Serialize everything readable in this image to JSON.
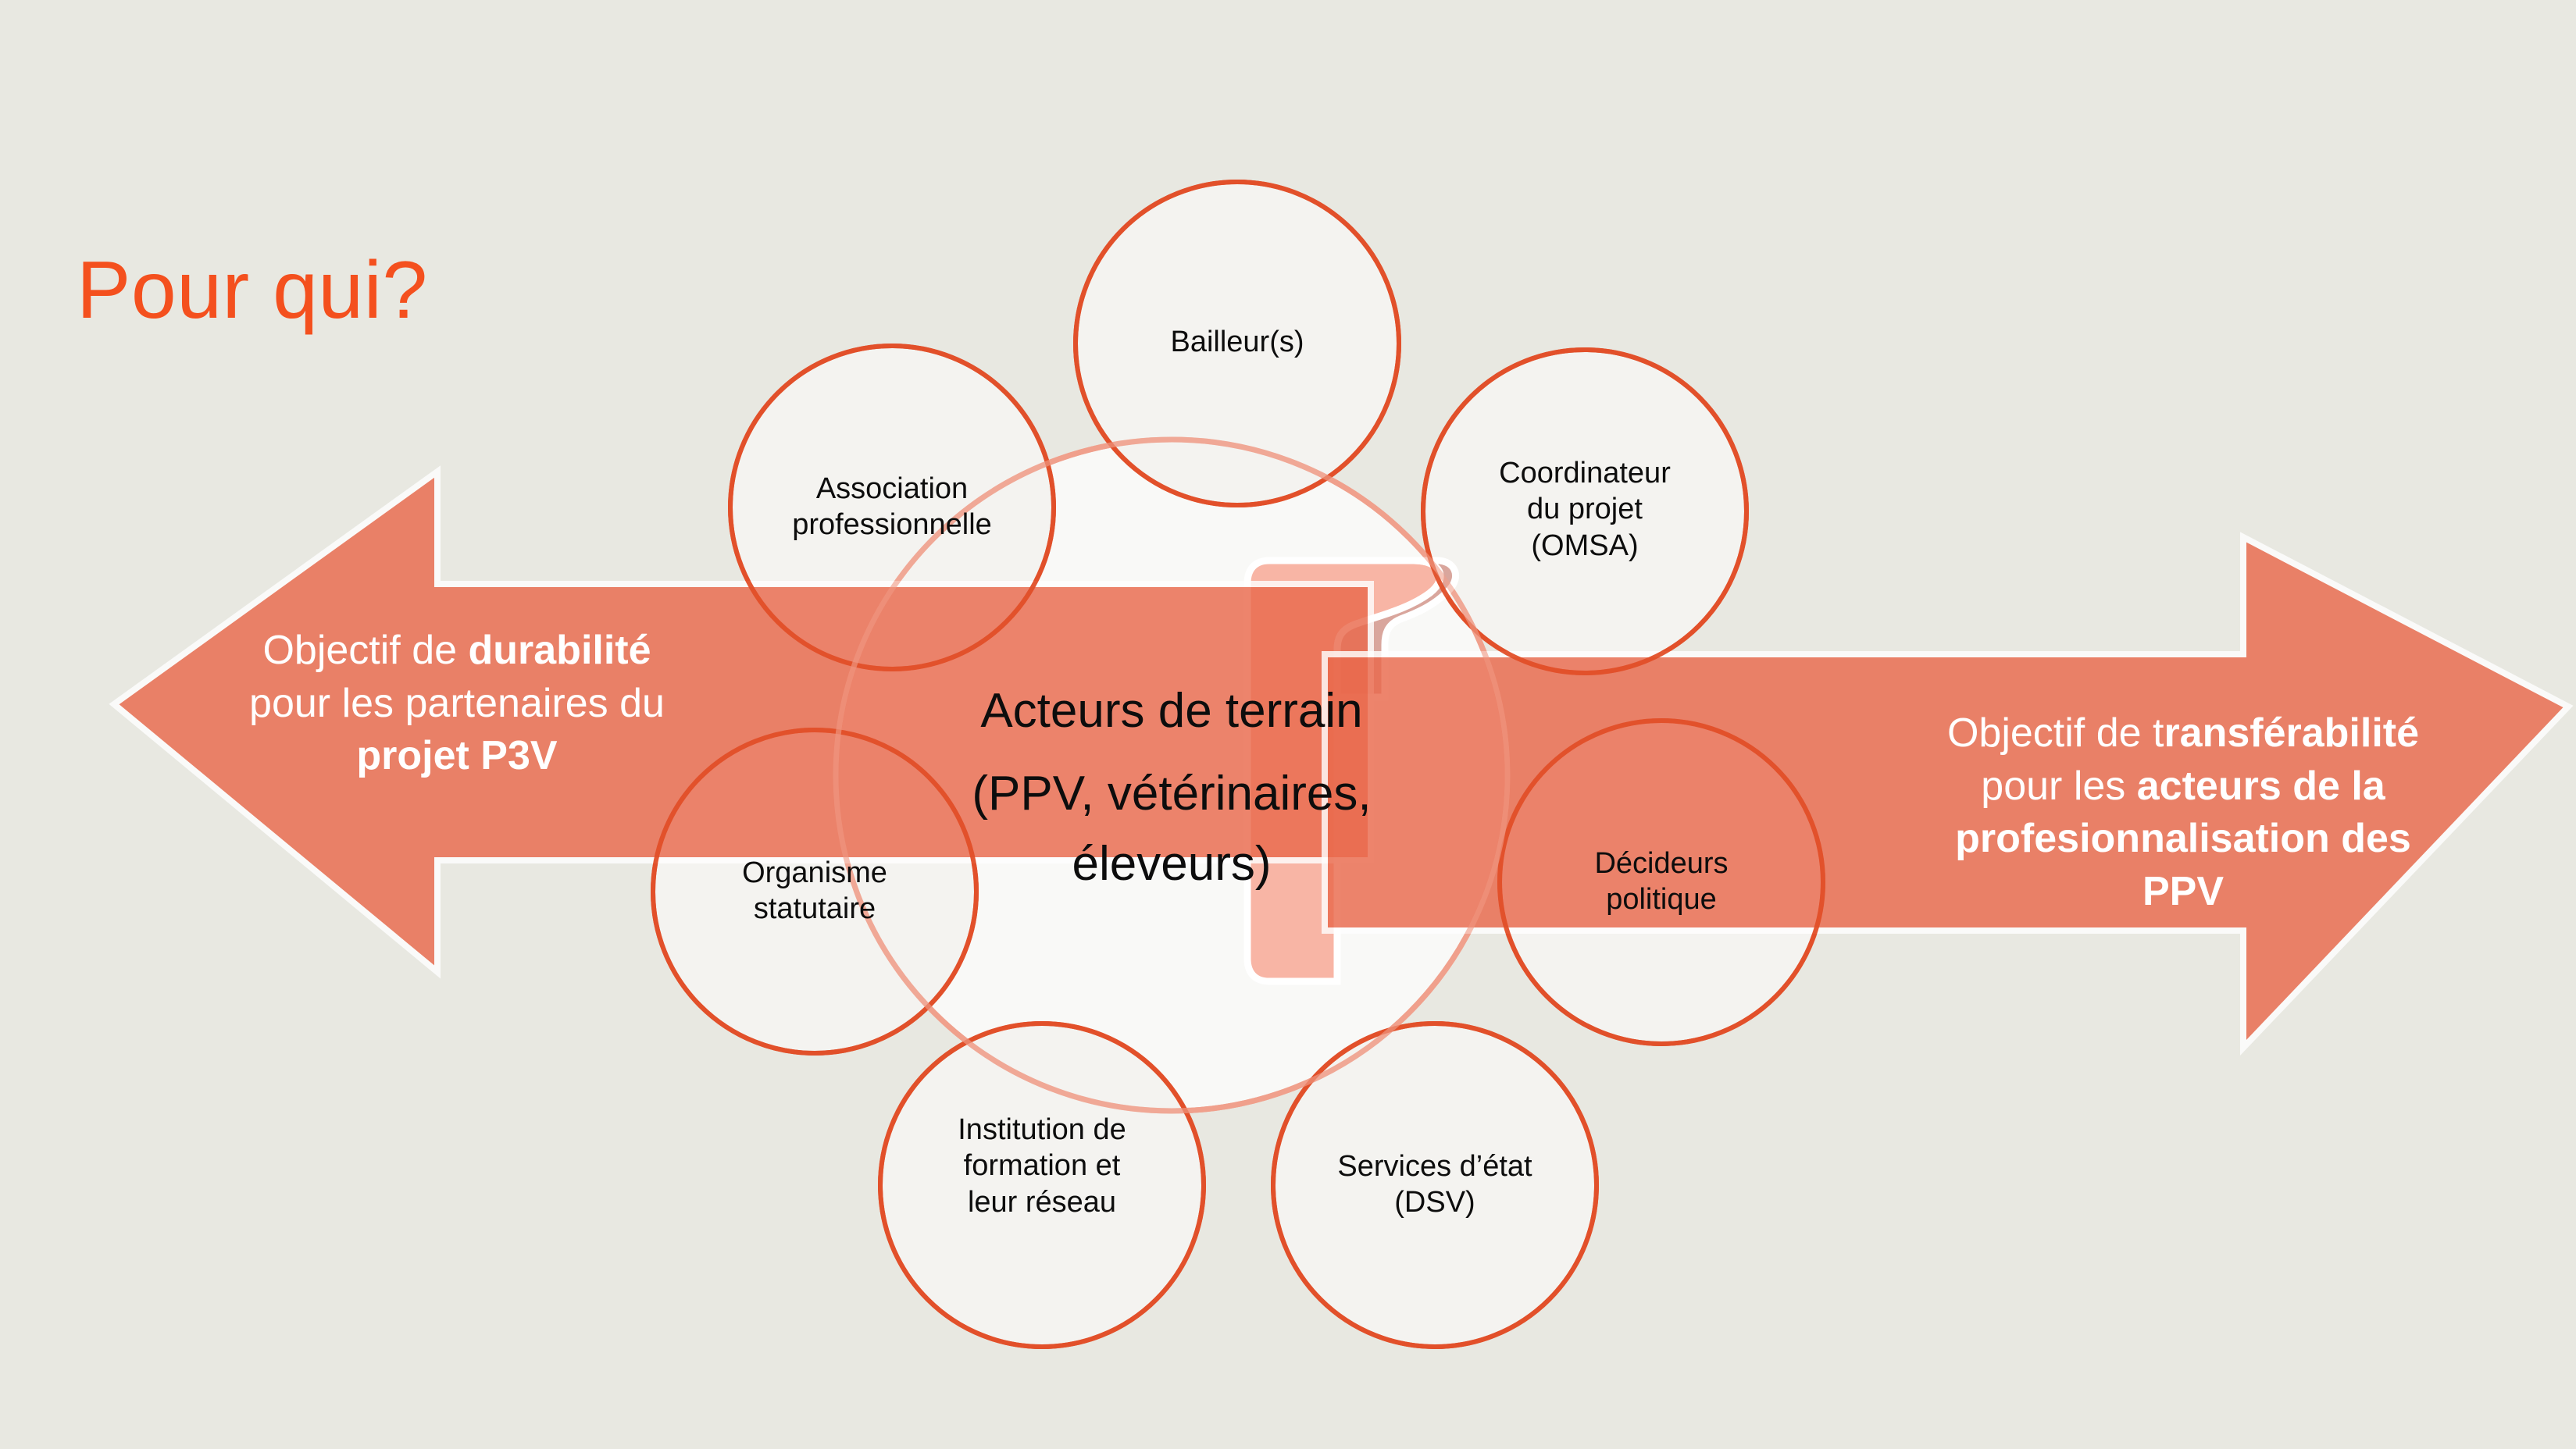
{
  "slide": {
    "title": "Pour qui?",
    "background_color": "#e8e8e1",
    "accent_color": "#f4501e",
    "arrow_fill": "#ee7e65",
    "circle_stroke": "#e1502a",
    "circle_fill": "#f4f3f0",
    "banner_fill": "#f8b5a5",
    "banner_curl_fill": "#d9a69d"
  },
  "center": {
    "line1": "Acteurs de terrain",
    "line2": "(PPV, vétérinaires,",
    "line3": "éleveurs)"
  },
  "nodes": [
    {
      "id": "bailleurs",
      "lines": [
        "Bailleur(s)"
      ]
    },
    {
      "id": "coordinateur",
      "lines": [
        "Coordinateur",
        "du projet",
        "(OMSA)"
      ]
    },
    {
      "id": "decideurs",
      "lines": [
        "Décideurs",
        "politique"
      ]
    },
    {
      "id": "services",
      "lines": [
        "Services d’état",
        "(DSV)"
      ]
    },
    {
      "id": "institution",
      "lines": [
        "Institution de",
        "formation et",
        "leur réseau"
      ]
    },
    {
      "id": "organisme",
      "lines": [
        "Organisme",
        "statutaire"
      ]
    },
    {
      "id": "association",
      "lines": [
        "Association",
        "professionnelle"
      ]
    }
  ],
  "left_arrow": {
    "line1_regular": "Objectif de ",
    "line1_bold": "durabilité",
    "line2": "pour les partenaires du",
    "line3_bold": "projet P3V"
  },
  "right_arrow": {
    "line1_regular": "Objectif de t",
    "line1_bold": "ransférabilité",
    "line2_regular": "pour les ",
    "line2_bold": "acteurs de la",
    "line3_bold": "profesionnalisation des",
    "line4_bold": "PPV"
  }
}
